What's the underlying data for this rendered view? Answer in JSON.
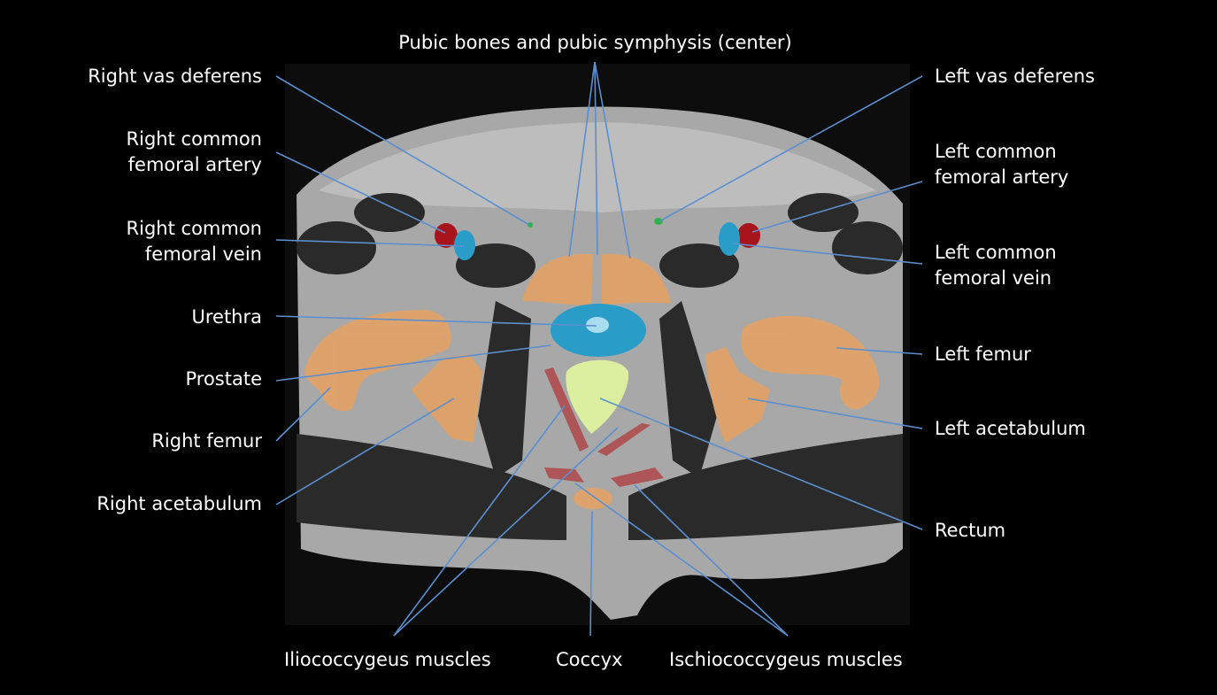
{
  "labels": {
    "pubic": "Pubic bones and pubic symphysis (center)",
    "right_vas": "Right vas deferens",
    "right_cfa_1": "Right common",
    "right_cfa_2": "femoral artery",
    "right_cfv_1": "Right common",
    "right_cfv_2": "femoral vein",
    "urethra": "Urethra",
    "prostate": "Prostate",
    "right_femur": "Right femur",
    "right_acetabulum": "Right acetabulum",
    "left_vas": "Left vas deferens",
    "left_cfa_1": "Left common",
    "left_cfa_2": "femoral artery",
    "left_cfv_1": "Left common",
    "left_cfv_2": "femoral vein",
    "left_femur": "Left femur",
    "left_acetabulum": "Left acetabulum",
    "rectum": "Rectum",
    "iliococcygeus": "Iliococcygeus muscles",
    "coccyx": "Coccyx",
    "ischiococcygeus": "Ischiococcygeus muscles"
  },
  "colors": {
    "bone": "#e0a268",
    "vein": "#2a9cc8",
    "artery": "#a8141c",
    "prostate": "#2a9cc8",
    "rectum": "#dcefa0",
    "muscle": "#b0474a",
    "vas": "#2fb34a",
    "leader": "#5b8fd0"
  }
}
